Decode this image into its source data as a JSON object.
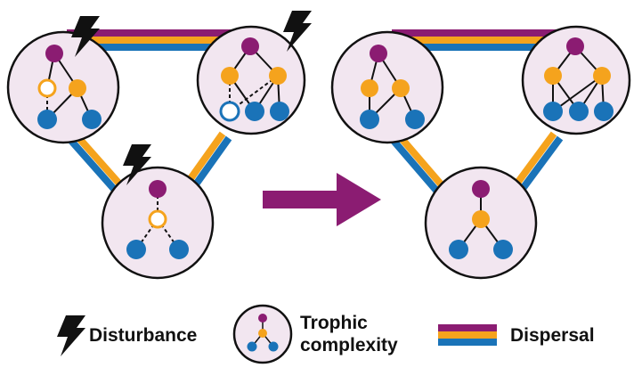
{
  "colors": {
    "top_predator": "#8b1c72",
    "consumer": "#f5a31d",
    "producer": "#1a73b8",
    "patch_fill": "#f2e6f0",
    "outline": "#111111",
    "arrow": "#8b1c72"
  },
  "legend": {
    "disturbance": {
      "label": "Disturbance",
      "icon": "lightning-bolt-icon"
    },
    "trophic": {
      "label_line1": "Trophic",
      "label_line2": "complexity",
      "icon": "food-web-icon"
    },
    "dispersal": {
      "label": "Dispersal",
      "icon": "tricolor-stripe-icon"
    }
  },
  "panels": [
    {
      "name": "before-disturbance",
      "patches": 3,
      "disturbed_patches": 3
    },
    {
      "name": "after-recovery",
      "patches": 3,
      "disturbed_patches": 0
    }
  ]
}
